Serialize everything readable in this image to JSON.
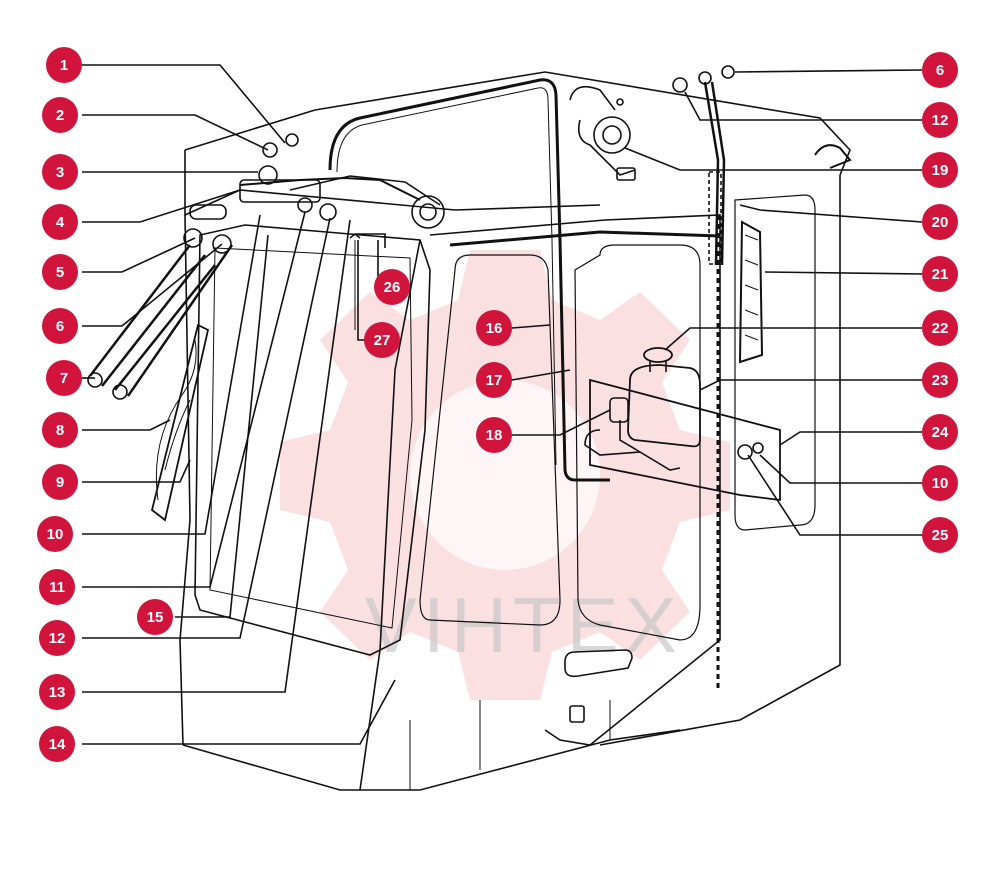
{
  "diagram": {
    "colors": {
      "callout": "#d0143c",
      "line": "#111111",
      "watermark": "#f2a0a8",
      "watermark_text": "#c8c8c8"
    },
    "watermark_text": "VIHTEX",
    "callouts_left": [
      "1",
      "2",
      "3",
      "4",
      "5",
      "6",
      "7",
      "8",
      "9",
      "10",
      "11",
      "12",
      "13",
      "14"
    ],
    "callouts_right": [
      "6",
      "12",
      "19",
      "20",
      "21",
      "22",
      "23",
      "24",
      "10",
      "25"
    ],
    "callouts_inner": [
      "15",
      "16",
      "17",
      "18",
      "26",
      "27"
    ]
  }
}
